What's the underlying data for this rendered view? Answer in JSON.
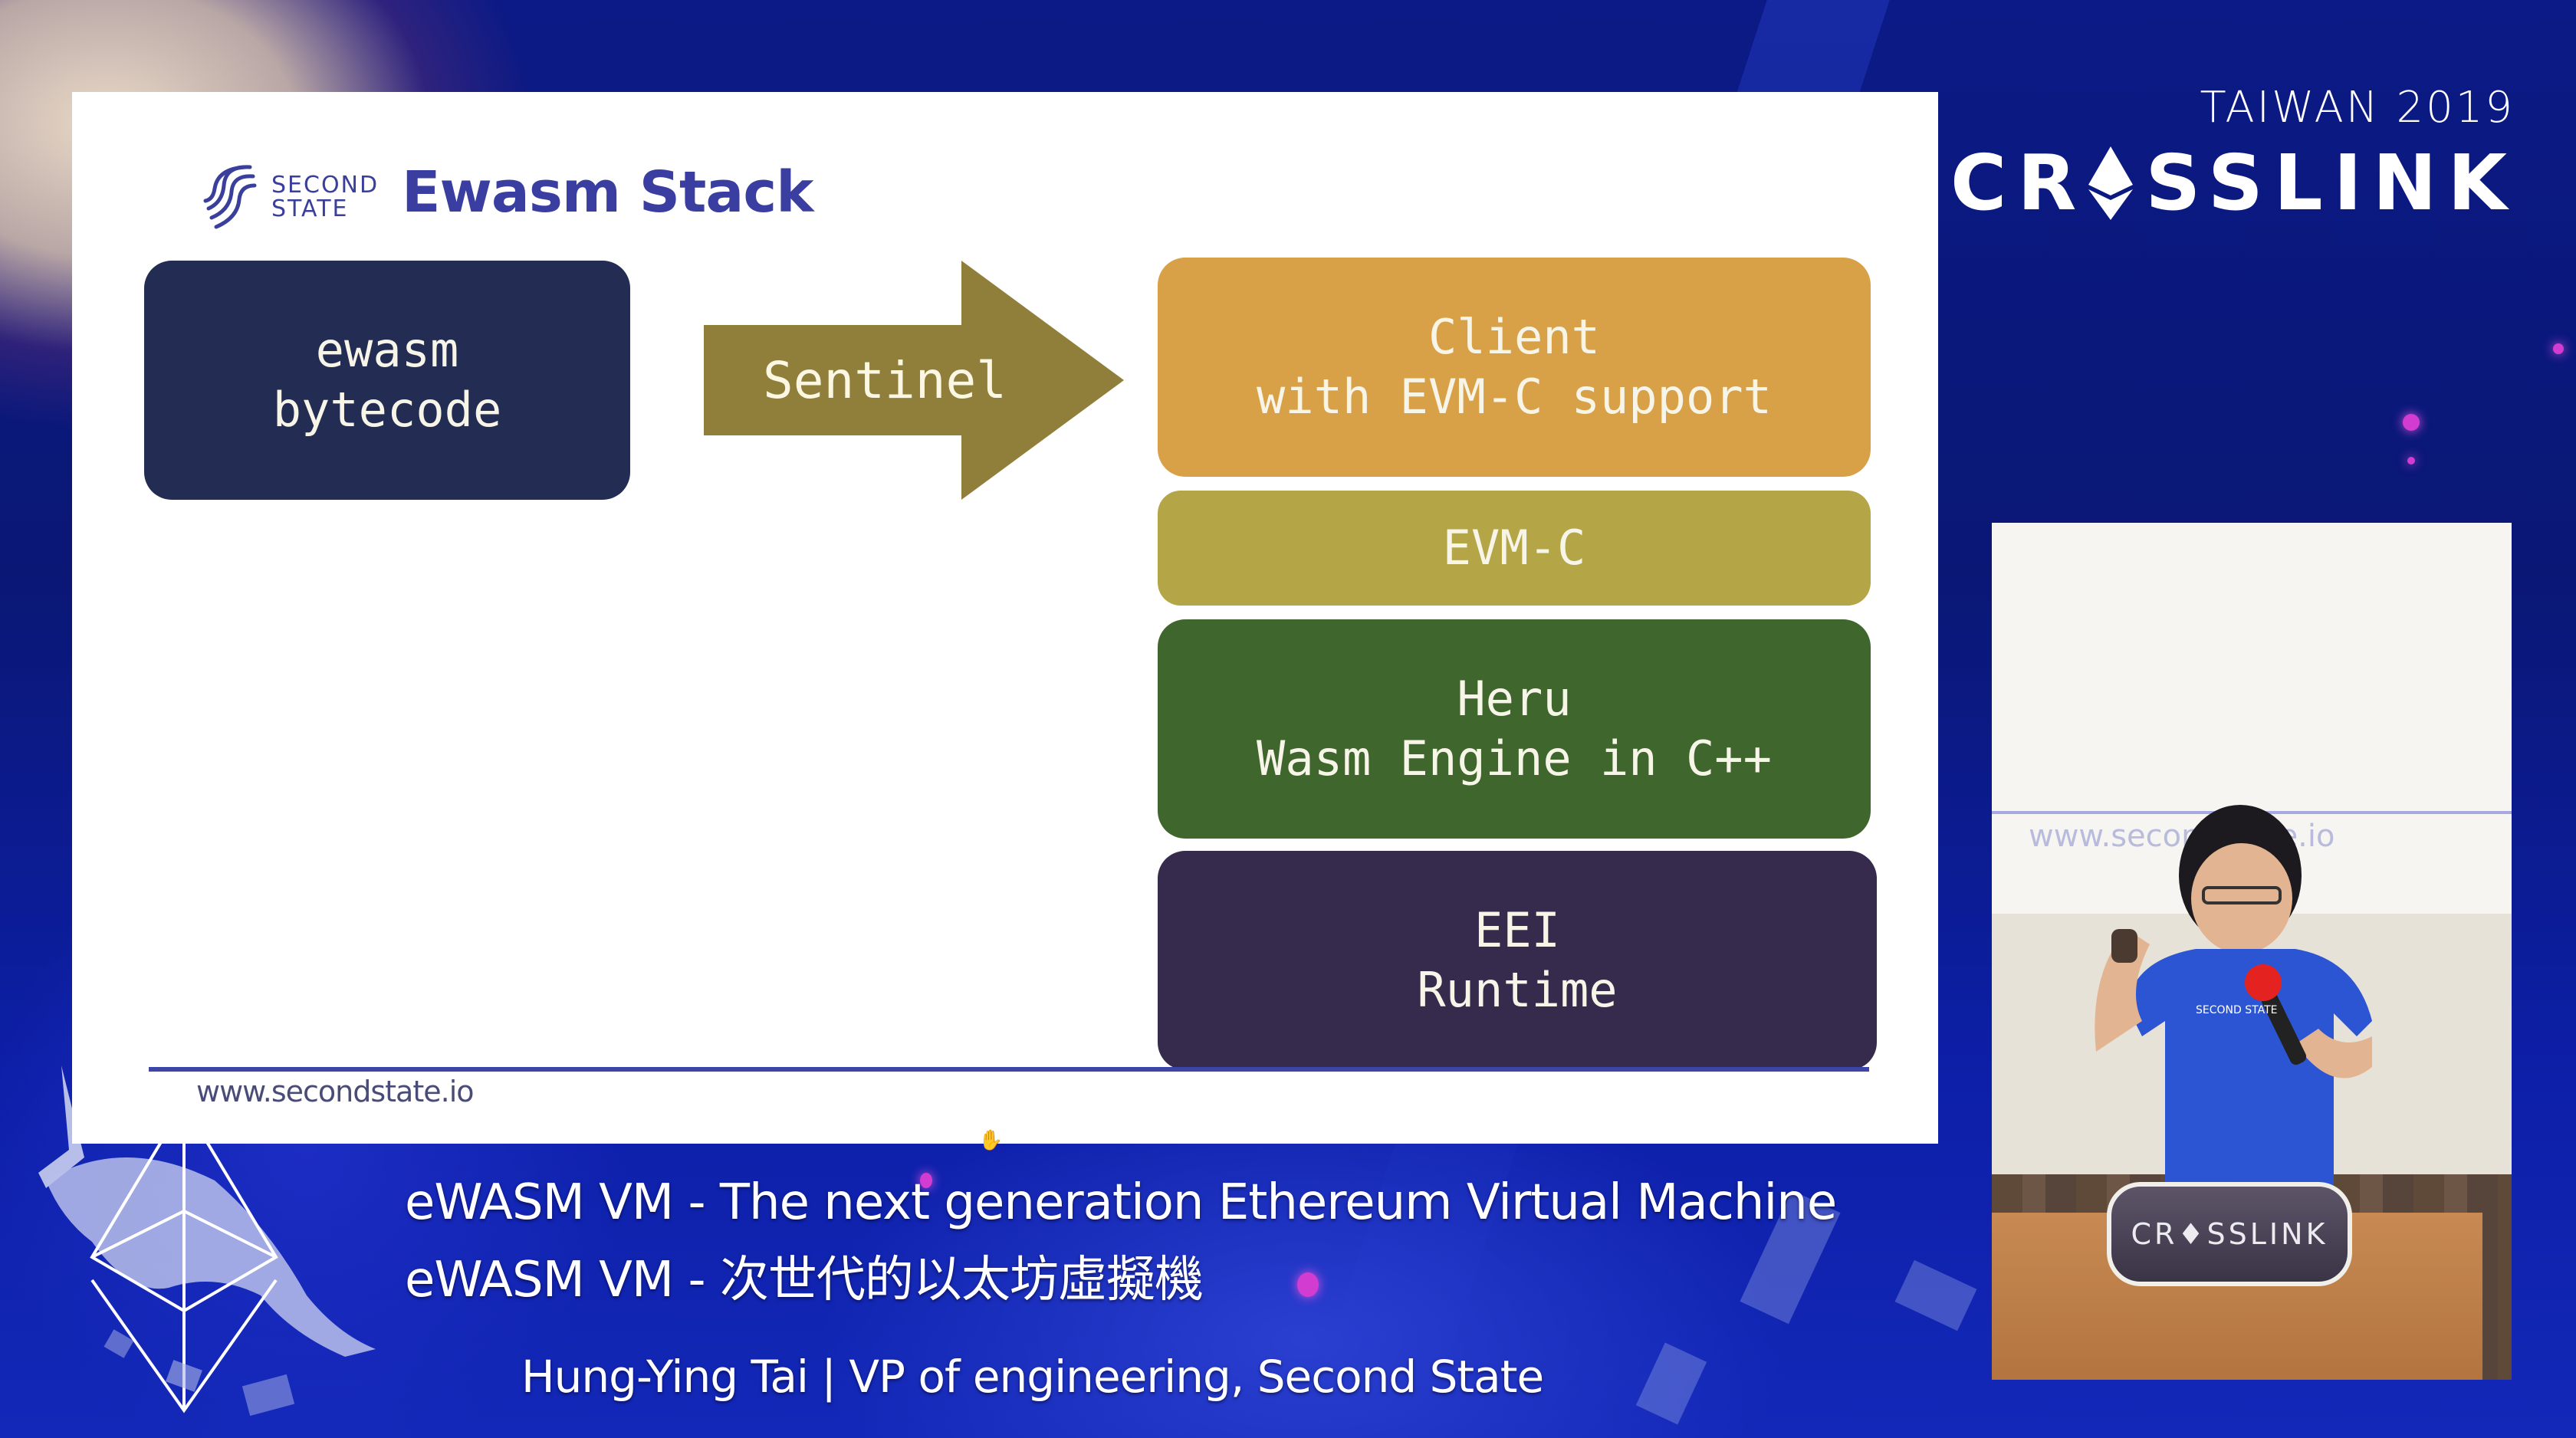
{
  "slide": {
    "logo": {
      "line1": "SECOND",
      "line2": "STATE"
    },
    "title": "Ewasm Stack",
    "input_box": {
      "line1": "ewasm",
      "line2": "bytecode"
    },
    "arrow_label": "Sentinel",
    "stack": [
      {
        "line1": "Client",
        "line2": "with EVM-C support"
      },
      {
        "line1": "EVM-C",
        "line2": ""
      },
      {
        "line1": "Heru",
        "line2": "Wasm Engine in C++"
      },
      {
        "line1": "EEI",
        "line2": "Runtime"
      }
    ],
    "footer_url": "www.secondstate.io"
  },
  "branding": {
    "year": "TAIWAN 2019",
    "name_part1": "CR",
    "name_part2": "SSLINK"
  },
  "camera": {
    "screen_url": "www.secondstate.io",
    "podium_sign": "CR♦SSLINK"
  },
  "captions": {
    "english": "eWASM VM - The next generation Ethereum Virtual Machine",
    "chinese": "eWASM VM - 次世代的以太坊虛擬機",
    "speaker": "Hung-Ying Tai | VP of engineering, Second State"
  },
  "colors": {
    "slide_title": "#3a3ea0",
    "input_box": "#232c52",
    "arrow": "#8f7f3a",
    "client": "#d8a148",
    "evmc": "#b4a546",
    "heru": "#3f672d",
    "eei": "#362b4c"
  }
}
